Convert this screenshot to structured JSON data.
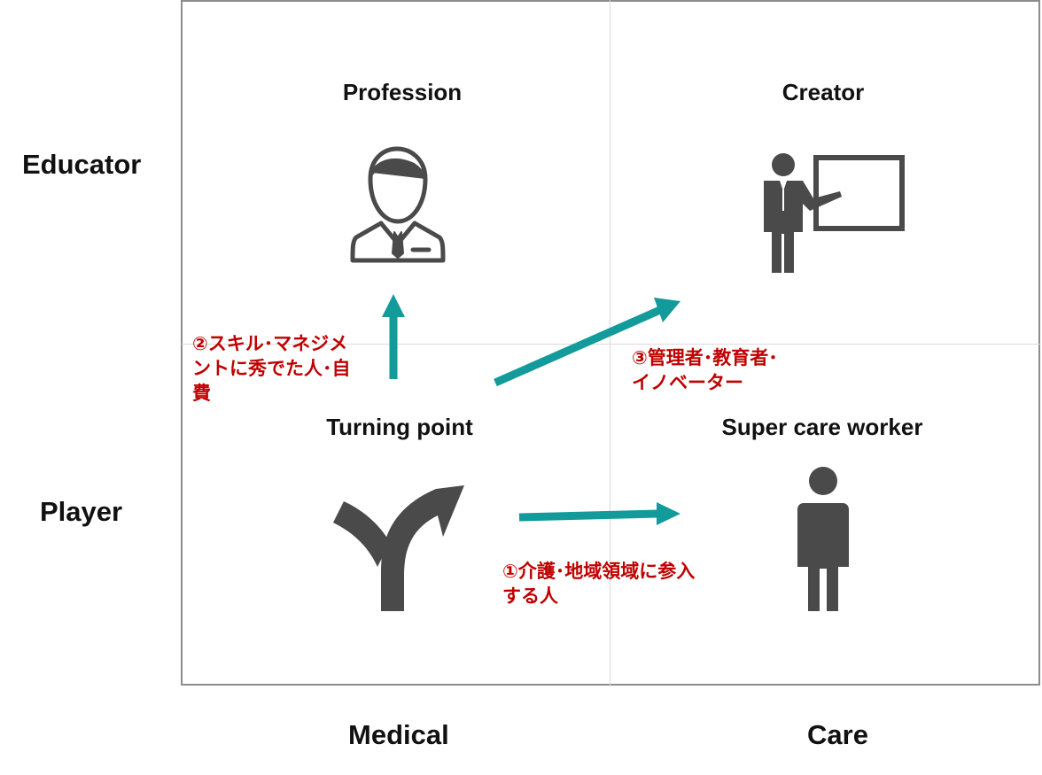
{
  "axes": {
    "y_top": "Educator",
    "y_bottom": "Player",
    "x_left": "Medical",
    "x_right": "Care"
  },
  "quadrants": {
    "top_left": "Profession",
    "top_right": "Creator",
    "bottom_left": "Turning point",
    "bottom_right": "Super care worker"
  },
  "notes": {
    "path1_line1": "①介護･地域領域に参入",
    "path1_line2": "する人",
    "path2_line1": "②スキル･マネジメ",
    "path2_line2": "ントに秀でた人･自",
    "path2_line3": "費",
    "path3_line1": "③管理者･教育者･",
    "path3_line2": "イノベーター"
  },
  "icons": {
    "top_left": "businessman-icon",
    "top_right": "presenter-board-icon",
    "bottom_left": "fork-arrow-icon",
    "bottom_right": "person-icon"
  },
  "colors": {
    "arrow": "#139a9a",
    "note_text": "#c00000",
    "icon": "#4a4a4a"
  }
}
